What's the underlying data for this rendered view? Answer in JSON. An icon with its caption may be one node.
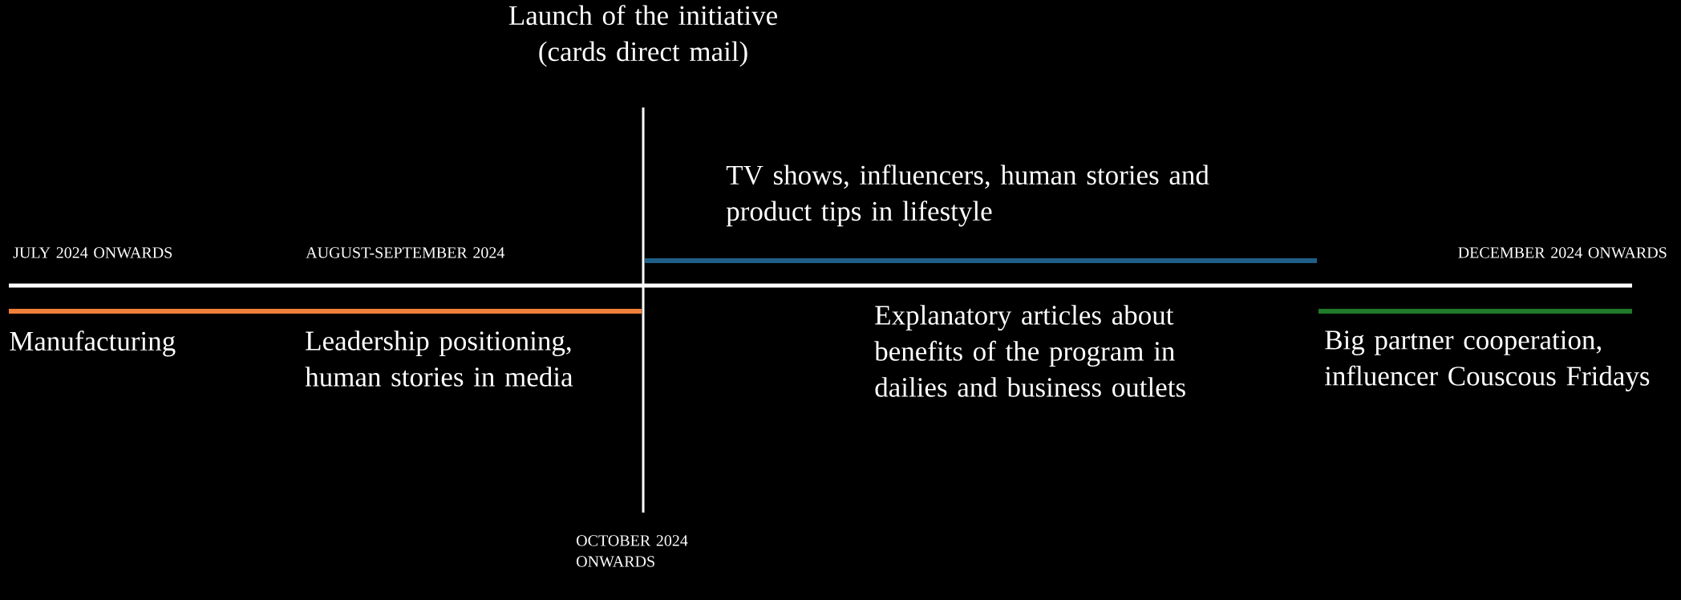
{
  "diagram": {
    "labels": [
      "Launch of the initiative (cards direct mail)",
      "TV shows, influencers, human stories and product tips in lifestyle",
      "JULY 2024 ONWARDS",
      "AUGUST-SEPTEMBER 2024",
      "DECEMBER  2024 ONWARDS",
      "Manufacturing",
      "Leadership positioning, human stories in media",
      "Explanatory articles about benefits of the program in dailies and business outlets",
      "Big partner cooperation, influencer Couscous Fridays",
      "OCTOBER 2024 ONWARDS"
    ]
  }
}
